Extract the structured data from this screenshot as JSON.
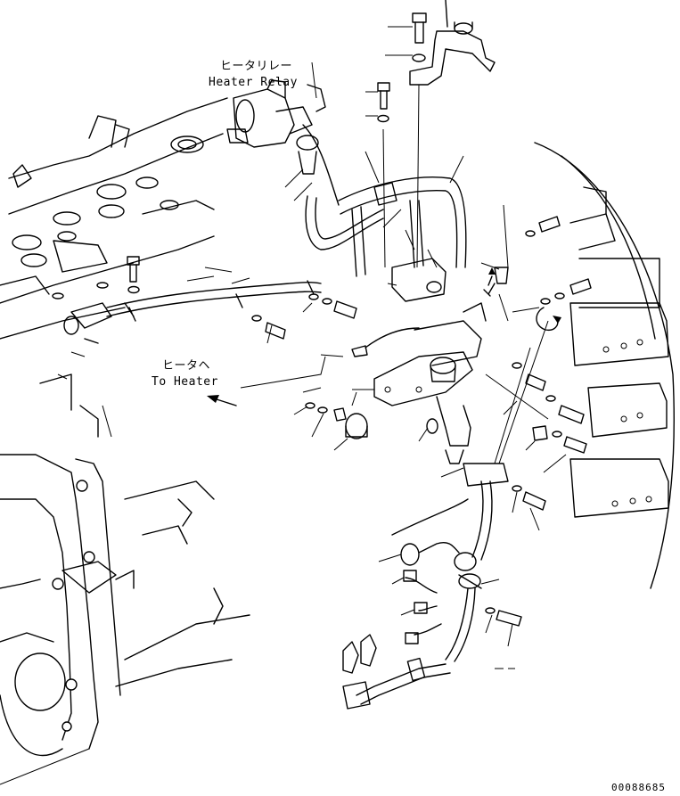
{
  "labels": {
    "heater_relay_jp": "ヒータリレー",
    "heater_relay_en": "Heater Relay",
    "to_heater_jp": "ヒータヘ",
    "to_heater_en": "To Heater"
  },
  "drawing_number": "00088685",
  "colors": {
    "line": "#000000",
    "background": "#ffffff"
  }
}
